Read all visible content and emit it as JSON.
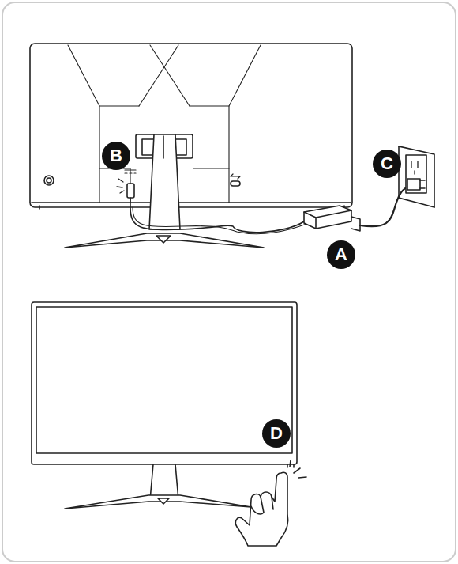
{
  "diagram": {
    "labels": [
      "B",
      "C",
      "A",
      "D"
    ]
  }
}
